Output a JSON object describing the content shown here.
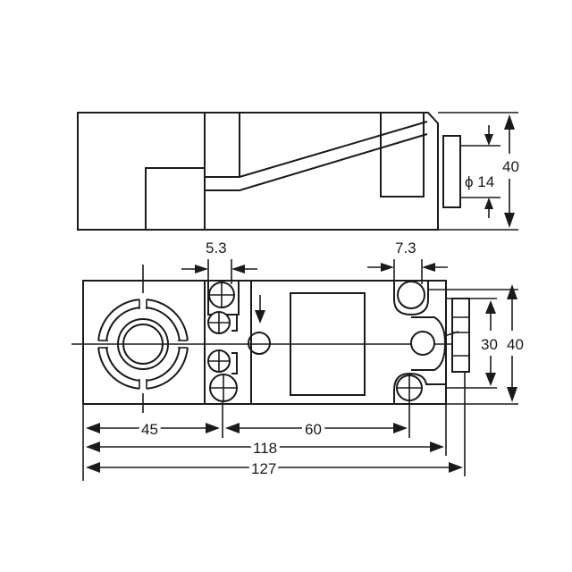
{
  "dimensions": {
    "side_height": "40",
    "thread_diameter": "ϕ 14",
    "slot_width_left": "5.3",
    "slot_width_right": "7.3",
    "mount_spacing": "30",
    "body_height": "40",
    "face_to_hole": "45",
    "hole_spacing": "60",
    "mount_length": "118",
    "overall_length": "127"
  },
  "colors": {
    "line": "#1a1a1a",
    "background": "#ffffff"
  }
}
